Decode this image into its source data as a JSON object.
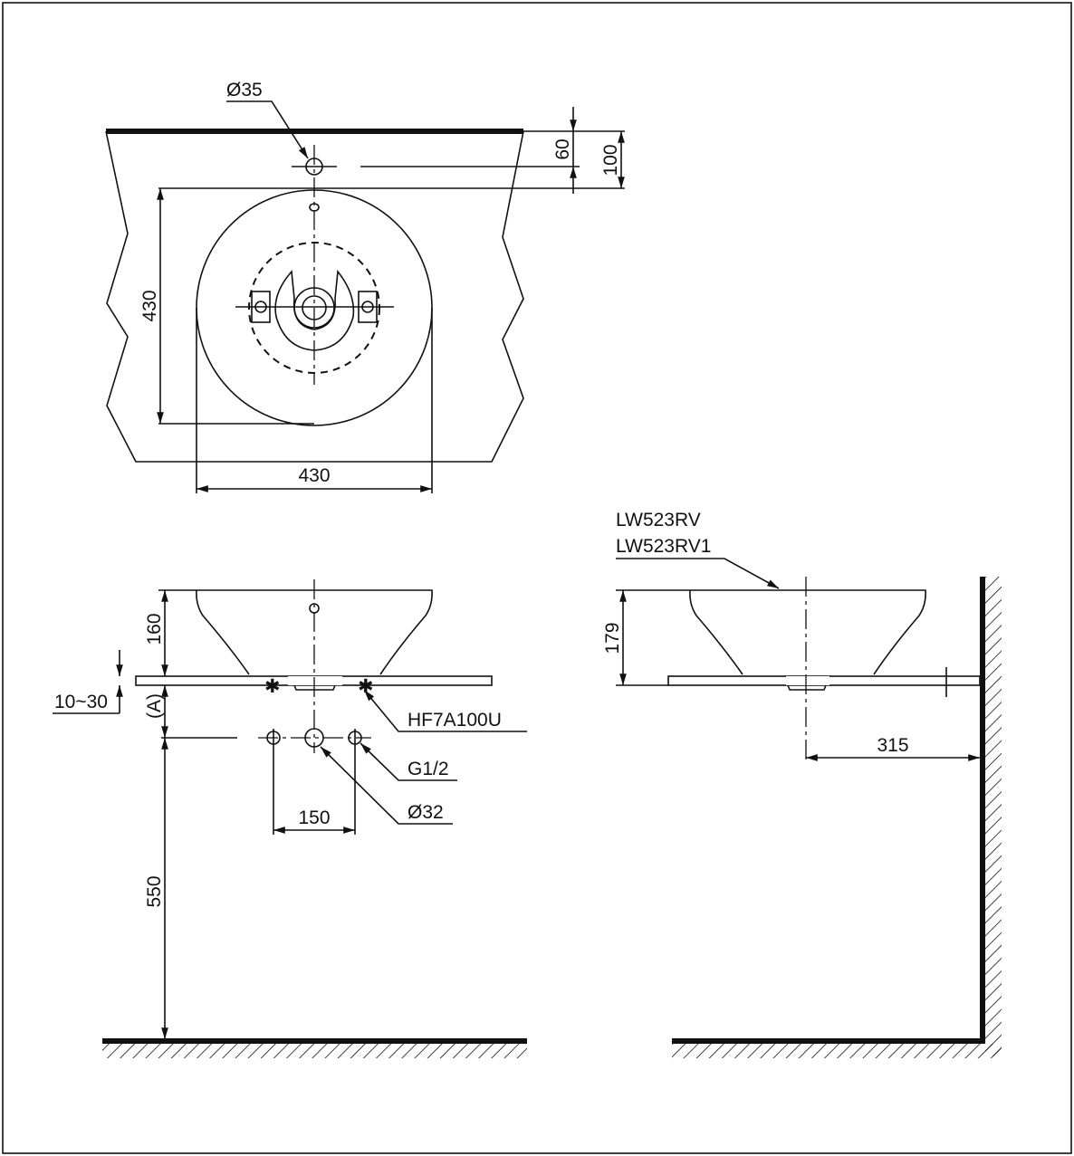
{
  "top_view": {
    "dim_hole": "Ø35",
    "dim_60": "60",
    "dim_100": "100",
    "dim_depth": "430",
    "dim_width": "430"
  },
  "front_view": {
    "dim_height": "160",
    "dim_counter": "10~30",
    "dim_a": "(A)",
    "dim_floor": "550",
    "dim_spacing": "150",
    "label_fitting": "HF7A100U",
    "label_supply": "G1/2",
    "label_drain": "Ø32"
  },
  "side_view": {
    "model_1": "LW523RV",
    "model_2": "LW523RV1",
    "dim_height": "179",
    "dim_wall": "315"
  }
}
